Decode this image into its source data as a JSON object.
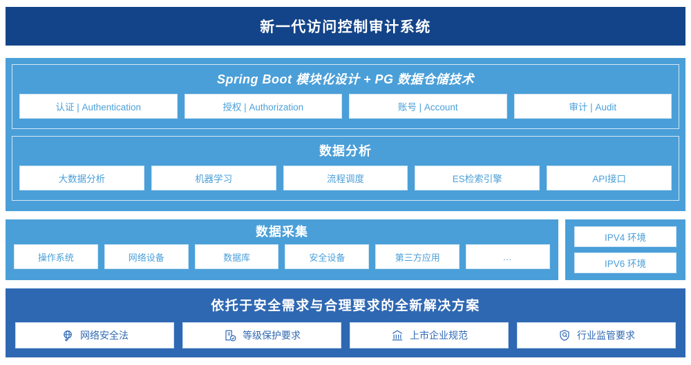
{
  "header": {
    "title": "新一代访问控制审计系统",
    "bg_color": "#134489",
    "text_color": "#ffffff"
  },
  "theme": {
    "panel_blue": "#4a9fd8",
    "panel_dark_blue": "#2f68b2",
    "chip_bg": "#ffffff",
    "chip_text_blue": "#4a9fd8"
  },
  "architecture": {
    "springboot": {
      "title": "Spring Boot 模块化设计 + PG 数据仓储技术",
      "chips": [
        {
          "label": "认证 | Authentication"
        },
        {
          "label": "授权 | Authorization"
        },
        {
          "label": "账号 | Account"
        },
        {
          "label": "审计 | Audit"
        }
      ]
    },
    "analysis": {
      "title": "数据分析",
      "chips": [
        {
          "label": "大数据分析"
        },
        {
          "label": "机器学习"
        },
        {
          "label": "流程调度"
        },
        {
          "label": "ES检索引擎"
        },
        {
          "label": "API接口"
        }
      ]
    }
  },
  "collection": {
    "title": "数据采集",
    "chips": [
      {
        "label": "操作系统"
      },
      {
        "label": "网络设备"
      },
      {
        "label": "数据库"
      },
      {
        "label": "安全设备"
      },
      {
        "label": "第三方应用"
      },
      {
        "label": "…"
      }
    ]
  },
  "environments": {
    "chips": [
      {
        "label": "IPV4 环境"
      },
      {
        "label": "IPV6 环境"
      }
    ]
  },
  "solution": {
    "title": "依托于安全需求与合理要求的全新解决方案",
    "chips": [
      {
        "label": "网络安全法",
        "icon": "globe-network-icon"
      },
      {
        "label": "等级保护要求",
        "icon": "document-check-icon"
      },
      {
        "label": "上市企业规范",
        "icon": "bank-building-icon"
      },
      {
        "label": "行业监管要求",
        "icon": "shield-search-icon"
      }
    ]
  }
}
